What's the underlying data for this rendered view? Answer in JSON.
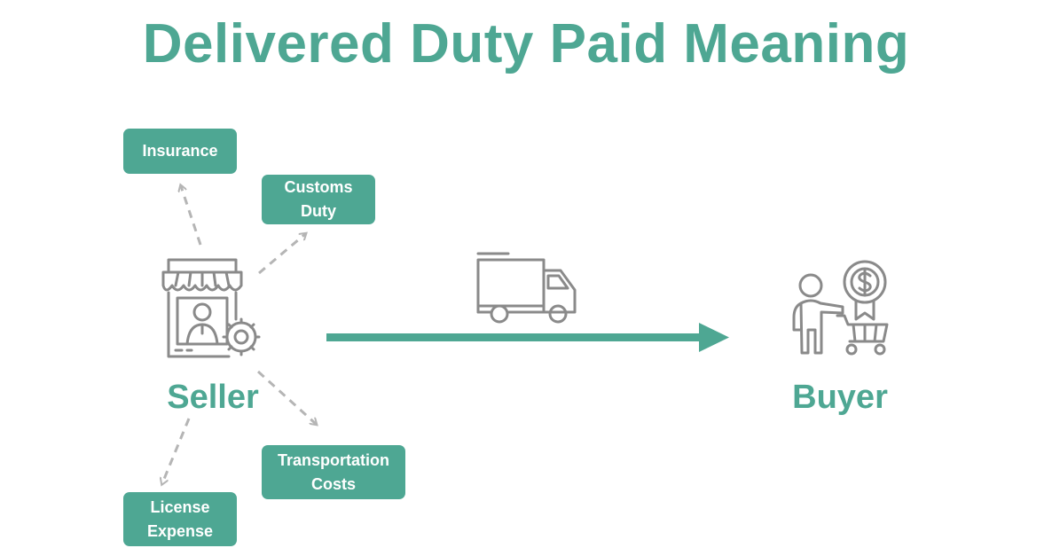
{
  "title": "Delivered Duty Paid Meaning",
  "seller": {
    "label": "Seller",
    "icon": "storefront-seller-gear-icon"
  },
  "buyer": {
    "label": "Buyer",
    "icon": "buyer-shopping-cart-dollar-icon"
  },
  "transport": {
    "icon": "delivery-truck-icon"
  },
  "costs": [
    {
      "id": "insurance",
      "label": "Insurance"
    },
    {
      "id": "customs-duty",
      "label": "Customs\nDuty"
    },
    {
      "id": "transportation-costs",
      "label": "Transportation\nCosts"
    },
    {
      "id": "license-expense",
      "label": "License\nExpense"
    }
  ],
  "colors": {
    "accent": "#4ea793",
    "icon": "#8a8a8a",
    "dashed": "#b5b5b5"
  }
}
